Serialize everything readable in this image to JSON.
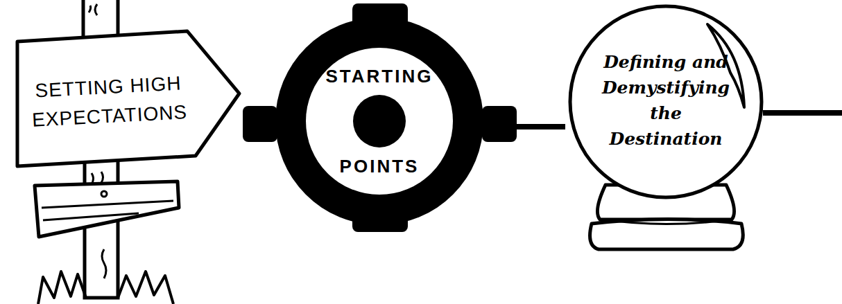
{
  "diagram": {
    "nodes": [
      {
        "text": [
          "SETTING HIGH EXPECTATIONS"
        ]
      },
      {
        "text": [
          "STARTING POINTS"
        ]
      },
      {
        "text": [
          "Defining and Demystifying the Destination"
        ]
      }
    ],
    "edges": [
      {
        "from": 0,
        "to": 1,
        "arrow": "none"
      },
      {
        "from": 1,
        "to": 2,
        "arrow": "none"
      }
    ]
  }
}
